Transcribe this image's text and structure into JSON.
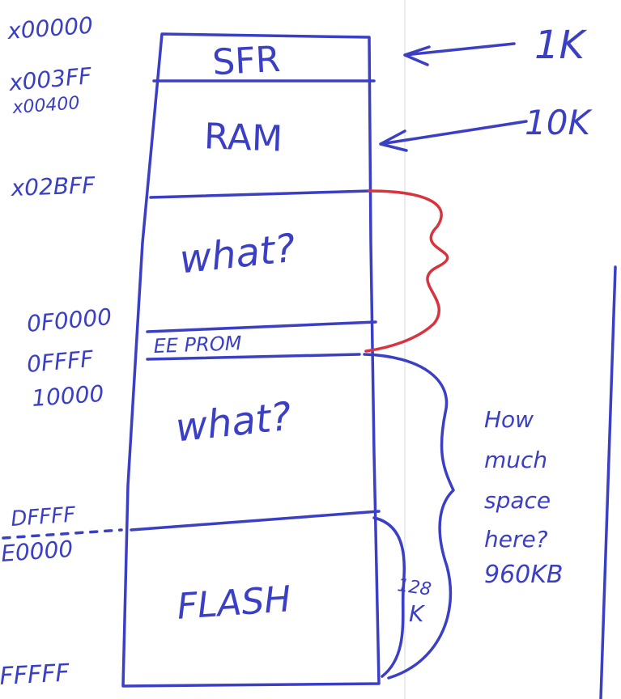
{
  "colors": {
    "ink": "#3b3fc4",
    "red_ink": "#d8343f",
    "paper": "#ffffff",
    "fold": "#d9d9d9"
  },
  "memory_map": {
    "regions": [
      {
        "label": "SFR"
      },
      {
        "label": "RAM"
      },
      {
        "label": "what?"
      },
      {
        "label": "EE PROM"
      },
      {
        "label": "what?"
      },
      {
        "label": "FLASH"
      }
    ],
    "addresses": [
      "x00000",
      "x003FF",
      "x00400",
      "x02BFF",
      "0F0000",
      "0FFFF",
      "10000",
      "DFFFF",
      "E0000",
      "FFFFF"
    ],
    "size_notes": {
      "sfr": "1K",
      "ram": "10K",
      "question": [
        "How",
        "much",
        "space",
        "here?"
      ],
      "answer": "960KB",
      "flash_size": [
        "128",
        "K"
      ]
    }
  }
}
